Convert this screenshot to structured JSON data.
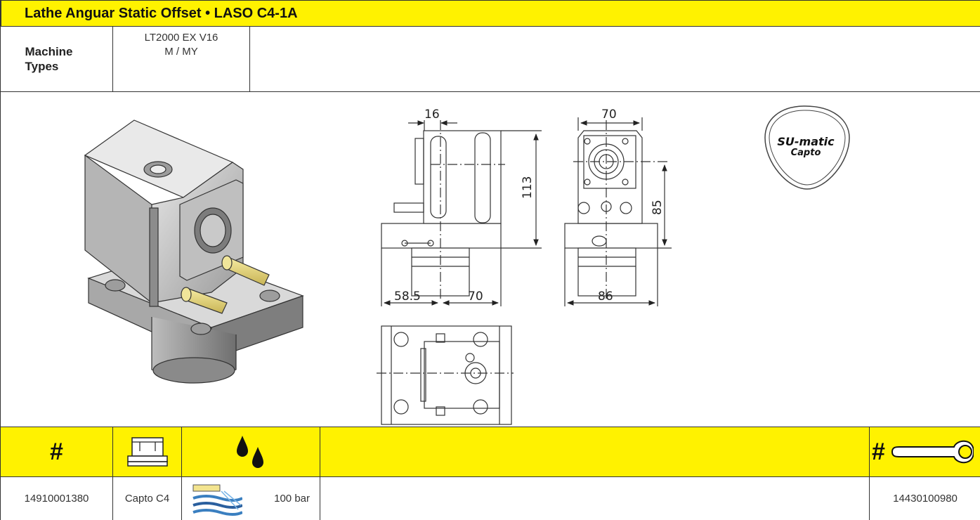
{
  "title": "Lathe Anguar Static Offset • LASO C4-1A",
  "machine": {
    "label": "Machine Types",
    "value_line1": "LT2000 EX V16",
    "value_line2": "M / MY"
  },
  "logo": {
    "line1": "SU-matic",
    "line2": "Capto"
  },
  "dimensions": {
    "side_width": "16",
    "height": "113",
    "left_depth": "58.5",
    "right_depth": "70",
    "front_top": "70",
    "center_height": "85",
    "front_bottom": "86"
  },
  "table": {
    "header_hash": "#",
    "header_wrench_hash": "#",
    "row": {
      "part_number": "14910001380",
      "clamping": "Capto C4",
      "coolant_pressure": "100 bar",
      "wrench_number": "14430100980"
    }
  },
  "icons": {
    "collet": "collet-icon",
    "coolant": "coolant-drops-icon",
    "wrench": "wrench-icon",
    "coolant_flow": "coolant-flow-icon"
  }
}
